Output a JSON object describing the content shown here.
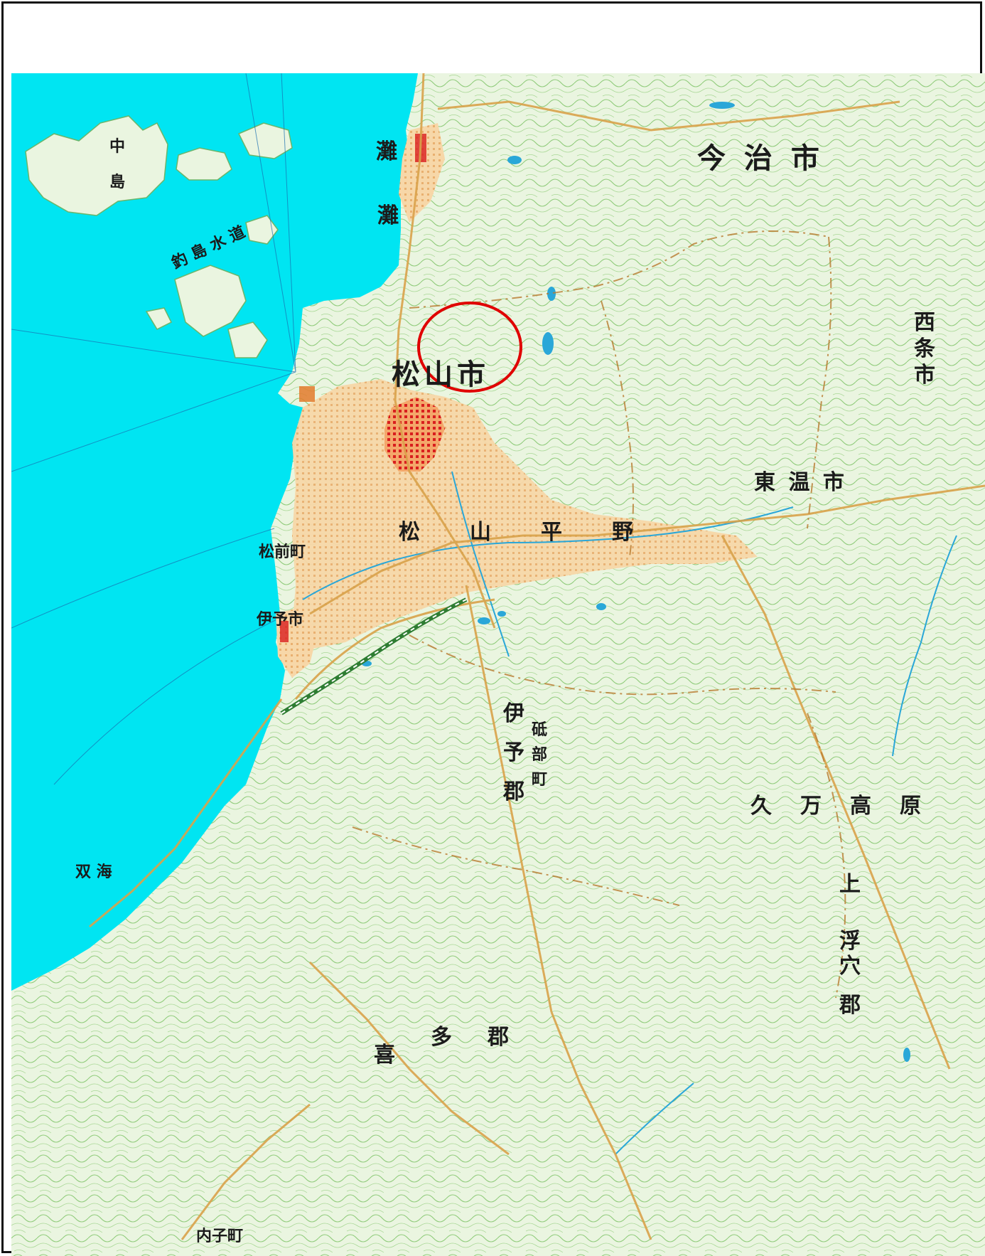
{
  "map": {
    "colors": {
      "sea": "#00E5F2",
      "land": "#EAF5E0",
      "urban": "#F7D7A8",
      "urban_core": "#D91E1E",
      "road": "#D9A24A",
      "contour": "#8FCB7A",
      "water": "#2AA7D8",
      "highlight": "#E00000"
    },
    "labels": {
      "imabari": "今 治 市",
      "matsuyama": "松山市",
      "saijo_1": "西",
      "saijo_2": "条",
      "saijo_3": "市",
      "toon": "東 温 市",
      "iyo_city": "伊予市",
      "masaki": "松前町",
      "kuma_kogen_1": "久",
      "kuma_kogen_2": "万",
      "kuma_kogen_3": "高",
      "kuma_kogen_4": "原",
      "tobe_1": "伊",
      "tobe_2": "予",
      "tobe_3": "郡",
      "tobe_4": "砥",
      "tobe_5": "部",
      "tobe_6": "町",
      "kita_1": "喜",
      "kita_2": "多",
      "kita_3": "郡",
      "uchiko": "内子町",
      "kamiukena_1": "上",
      "kamiukena_2": "浮",
      "kamiukena_3": "穴",
      "kamiukena_4": "郡",
      "kutsuna_nada": "灘",
      "iyo_nada": "灘",
      "matsuyama_plain_1": "松",
      "matsuyama_plain_2": "山",
      "matsuyama_plain_3": "平",
      "matsuyama_plain_4": "野",
      "chushi_1": "中",
      "chushi_2": "島",
      "kutsuna_sea": "釣 島 水 道",
      "futami": "双 海"
    },
    "highlight_marker": "circle-around-target-area"
  }
}
